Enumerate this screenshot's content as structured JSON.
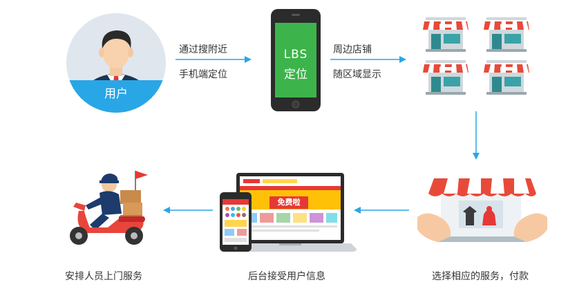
{
  "user": {
    "label": "用户"
  },
  "phone": {
    "line1": "LBS",
    "line2": "定位"
  },
  "step1": {
    "line1": "通过搜附近",
    "line2": "手机端定位"
  },
  "step2": {
    "line1": "周边店铺",
    "line2": "随区域显示"
  },
  "bottom": {
    "delivery_caption": "安排人员上门服务",
    "backend_caption": "后台接受用户信息",
    "select_caption": "选择相应的服务，付款"
  },
  "screen": {
    "banner_text": "免费啦"
  },
  "colors": {
    "accent_blue": "#29a6e6",
    "phone_green": "#3cb44b",
    "awning_red": "#e84a3a",
    "scooter_red": "#e8453c",
    "store_teal": "#2f8a8f"
  },
  "icons": [
    "user-avatar-icon",
    "phone-icon",
    "store-icon",
    "market-stall-icon",
    "delivery-scooter-icon",
    "laptop-phone-icon",
    "arrow-right-icon",
    "arrow-down-icon",
    "arrow-left-icon"
  ]
}
